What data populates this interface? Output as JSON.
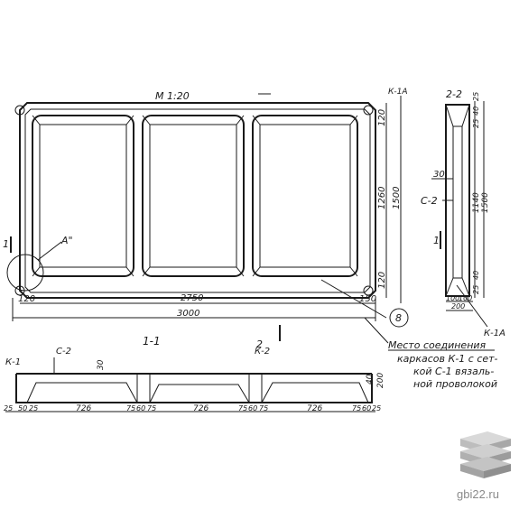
{
  "drawing": {
    "scale": "М 1:20",
    "plan_dims": {
      "panel_width": "2750",
      "overall_length": "3000",
      "left_edge": "120",
      "right_edge": "150",
      "height_total": "1500",
      "height_inner": "1260",
      "top_edge": "120",
      "bottom_edge": "120"
    },
    "section_2_2": {
      "title": "2-2",
      "top_dims": [
        "25",
        "40",
        "25"
      ],
      "mid_dims": [
        "1140",
        "1500"
      ],
      "bottom_dims": [
        "40",
        "25"
      ],
      "base": [
        "100",
        "100",
        "200"
      ],
      "label_30": "30"
    },
    "callouts": {
      "c2": "С-2",
      "k1a": "К-1А",
      "k1a_top": "К-1А",
      "one": "1",
      "detail_a": "А\"",
      "circle_num": "8"
    },
    "section_1_1": {
      "title": "1-1",
      "k1": "К-1",
      "c2": "С-2",
      "k2": "К-2",
      "two": "2",
      "dim_30": "30",
      "dim_200": "200",
      "dim_40": "40",
      "bottom": [
        "25",
        "50",
        "25",
        "726",
        "75",
        "60",
        "75",
        "726",
        "75",
        "60",
        "75",
        "726",
        "75",
        "60",
        "25"
      ]
    },
    "note": [
      "Место соединения",
      "каркасов К-1 с сет-",
      "кой С-1 вязаль-",
      "ной проволокой"
    ]
  },
  "watermark": {
    "text": "gbi22.ru"
  }
}
